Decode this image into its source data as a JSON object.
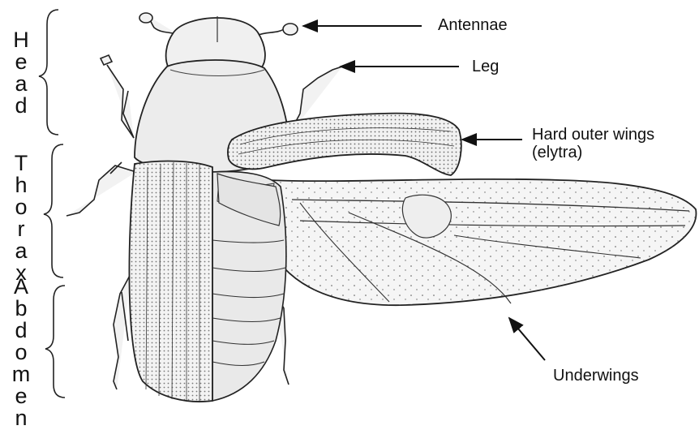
{
  "regions": {
    "head": "Head",
    "thorax": "Thorax",
    "abdomen": "Abdomen"
  },
  "callouts": {
    "antennae": "Antennae",
    "leg": "Leg",
    "elytra_line1": "Hard outer wings",
    "elytra_line2": "(elytra)",
    "underwings": "Underwings"
  },
  "colors": {
    "ink": "#111111",
    "body_fill": "#eeeeee",
    "wing_fill": "#f4f4f4"
  }
}
